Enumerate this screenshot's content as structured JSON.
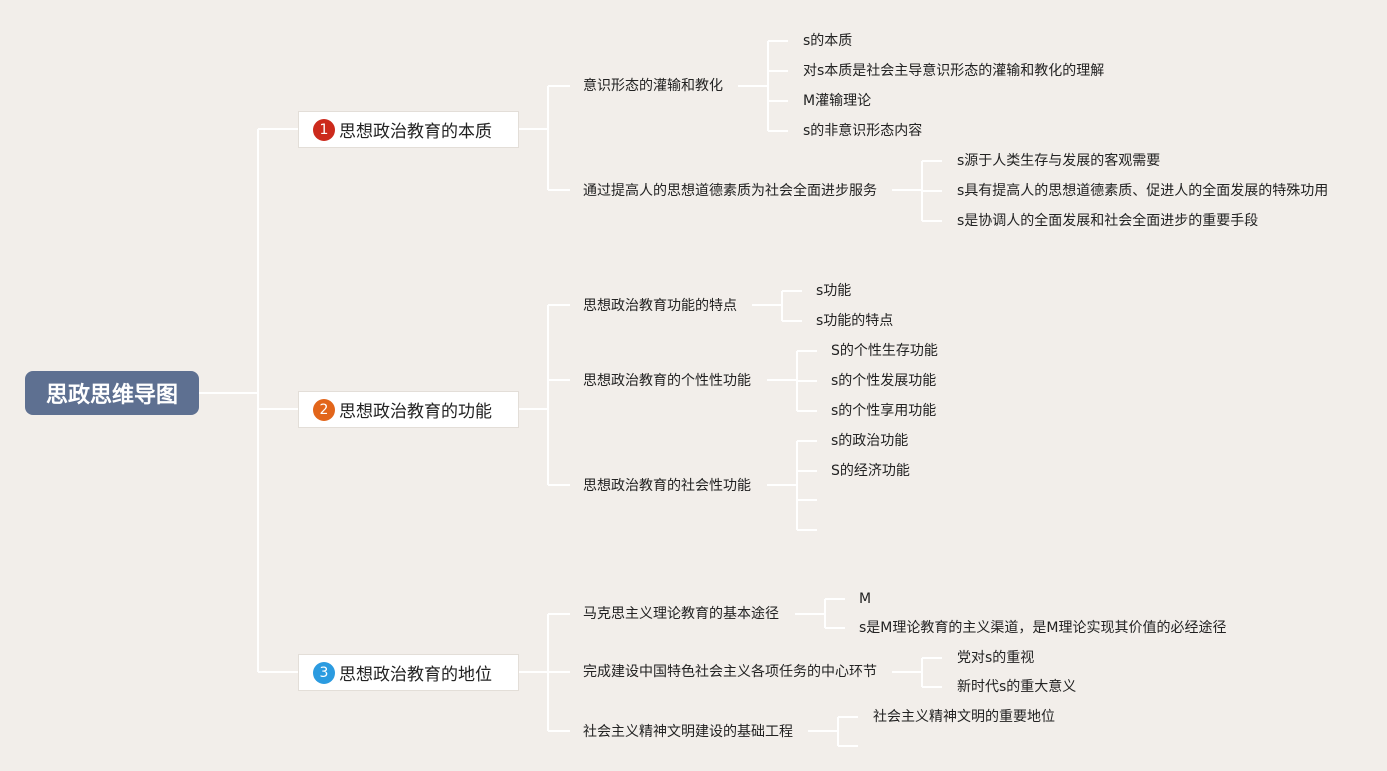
{
  "root": {
    "label": "思政思维导图"
  },
  "sections": [
    {
      "number": "1",
      "badge_color": "#cc2a1c",
      "label": "思想政治教育的本质",
      "children": [
        {
          "label": "意识形态的灌输和教化",
          "children": [
            "s的本质",
            "对s本质是社会主导意识形态的灌输和教化的理解",
            "M灌输理论",
            "s的非意识形态内容"
          ]
        },
        {
          "label": "通过提高人的思想道德素质为社会全面进步服务",
          "children": [
            "s源于人类生存与发展的客观需要",
            "s具有提高人的思想道德素质、促进人的全面发展的特殊功用",
            "s是协调人的全面发展和社会全面进步的重要手段"
          ]
        }
      ]
    },
    {
      "number": "2",
      "badge_color": "#e2651a",
      "label": "思想政治教育的功能",
      "children": [
        {
          "label": "思想政治教育功能的特点",
          "children": [
            "s功能",
            "s功能的特点"
          ]
        },
        {
          "label": "思想政治教育的个性性功能",
          "children": [
            "S的个性生存功能",
            "s的个性发展功能",
            "s的个性享用功能"
          ]
        },
        {
          "label": "思想政治教育的社会性功能",
          "children": [
            "s的政治功能",
            "S的经济功能",
            "",
            ""
          ]
        }
      ]
    },
    {
      "number": "3",
      "badge_color": "#2b9be0",
      "label": "思想政治教育的地位",
      "children": [
        {
          "label": "马克思主义理论教育的基本途径",
          "children": [
            "M",
            "s是M理论教育的主义渠道，是M理论实现其价值的必经途径"
          ]
        },
        {
          "label": "完成建设中国特色社会主义各项任务的中心环节",
          "children": [
            "党对s的重视",
            "新时代s的重大意义"
          ]
        },
        {
          "label": "社会主义精神文明建设的基础工程",
          "children": [
            "社会主义精神文明的重要地位",
            ""
          ]
        }
      ]
    }
  ]
}
